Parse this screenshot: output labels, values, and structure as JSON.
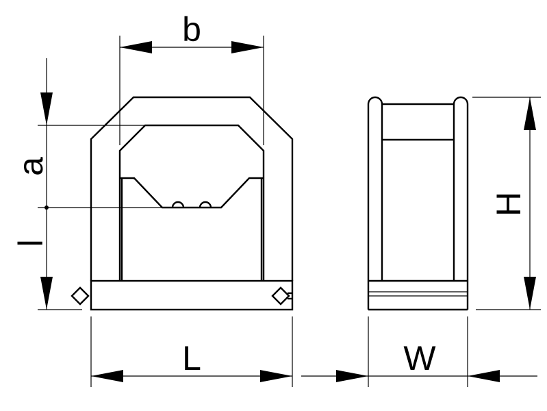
{
  "dimensions": {
    "width_top": "b",
    "height_center": "a",
    "height_left": "l",
    "length": "L",
    "width": "W",
    "height": "H"
  },
  "colors": {
    "line": "#000000",
    "background": "#ffffff"
  }
}
